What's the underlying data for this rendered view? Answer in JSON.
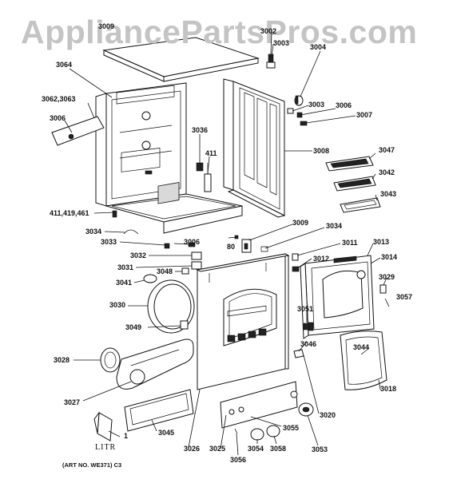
{
  "watermark": "AppliancePartsPros.com",
  "art_number": "(ART NO. WE371) C3",
  "litr_text": "LITR",
  "labels": [
    {
      "id": "3009_top",
      "text": "3009"
    },
    {
      "id": "3002",
      "text": "3002"
    },
    {
      "id": "3003a",
      "text": "3003"
    },
    {
      "id": "3004",
      "text": "3004"
    },
    {
      "id": "3064",
      "text": "3064"
    },
    {
      "id": "3062",
      "text": "3062,3063"
    },
    {
      "id": "3006a",
      "text": "3006"
    },
    {
      "id": "3003b",
      "text": "3003"
    },
    {
      "id": "3006b",
      "text": "3006"
    },
    {
      "id": "3007",
      "text": "3007"
    },
    {
      "id": "3036",
      "text": "3036"
    },
    {
      "id": "411",
      "text": "411"
    },
    {
      "id": "3008",
      "text": "3008"
    },
    {
      "id": "3047",
      "text": "3047"
    },
    {
      "id": "3042",
      "text": "3042"
    },
    {
      "id": "3043",
      "text": "3043"
    },
    {
      "id": "411419461",
      "text": "411,419,461"
    },
    {
      "id": "3009b",
      "text": "3009"
    },
    {
      "id": "3034a",
      "text": "3034"
    },
    {
      "id": "3034b",
      "text": "3034"
    },
    {
      "id": "3033",
      "text": "3033"
    },
    {
      "id": "3006c",
      "text": "3006"
    },
    {
      "id": "80",
      "text": "80"
    },
    {
      "id": "3011",
      "text": "3011"
    },
    {
      "id": "3013",
      "text": "3013"
    },
    {
      "id": "3032",
      "text": "3032"
    },
    {
      "id": "3012",
      "text": "3012"
    },
    {
      "id": "3014",
      "text": "3014"
    },
    {
      "id": "3031",
      "text": "3031"
    },
    {
      "id": "3048",
      "text": "3048"
    },
    {
      "id": "3041",
      "text": "3041"
    },
    {
      "id": "3029",
      "text": "3029"
    },
    {
      "id": "3057",
      "text": "3057"
    },
    {
      "id": "3030",
      "text": "3030"
    },
    {
      "id": "3051",
      "text": "3051"
    },
    {
      "id": "3049",
      "text": "3049"
    },
    {
      "id": "3046",
      "text": "3046"
    },
    {
      "id": "3044",
      "text": "3044"
    },
    {
      "id": "3028",
      "text": "3028"
    },
    {
      "id": "3018",
      "text": "3018"
    },
    {
      "id": "3027",
      "text": "3027"
    },
    {
      "id": "3020",
      "text": "3020"
    },
    {
      "id": "1",
      "text": "1"
    },
    {
      "id": "3045",
      "text": "3045"
    },
    {
      "id": "3055",
      "text": "3055"
    },
    {
      "id": "3026",
      "text": "3026"
    },
    {
      "id": "3025",
      "text": "3025"
    },
    {
      "id": "3054",
      "text": "3054"
    },
    {
      "id": "3058",
      "text": "3058"
    },
    {
      "id": "3053",
      "text": "3053"
    },
    {
      "id": "3056",
      "text": "3056"
    }
  ]
}
